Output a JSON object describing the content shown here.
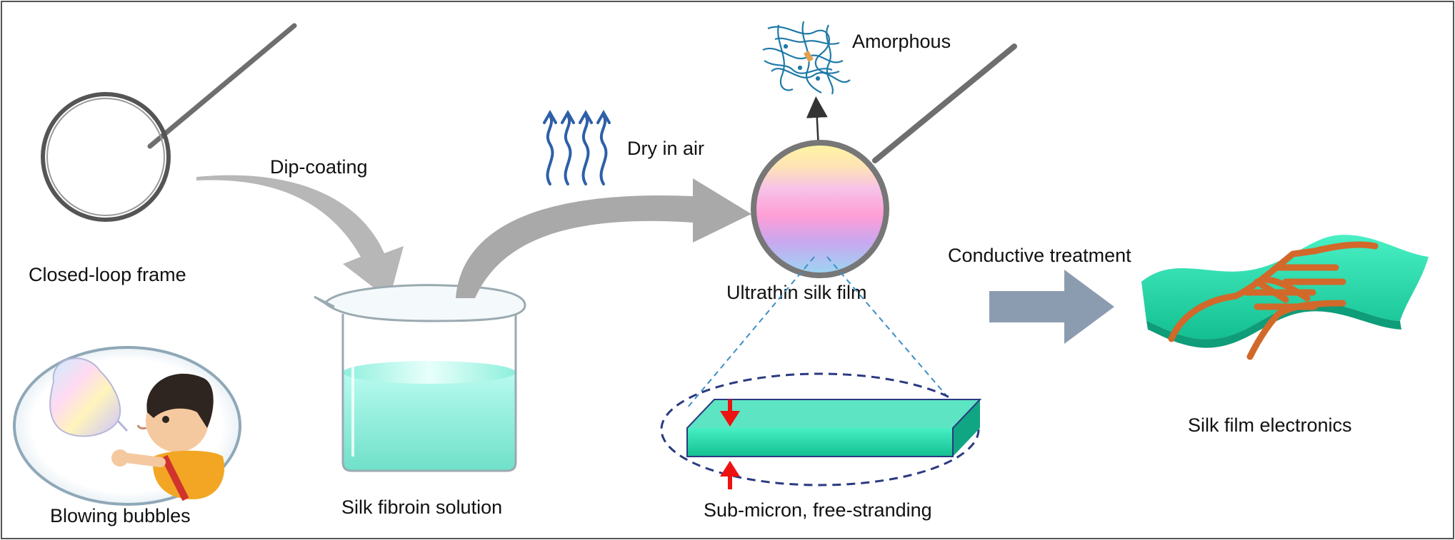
{
  "labels": {
    "closed_loop_frame": "Closed-loop frame",
    "blowing_bubbles": "Blowing bubbles",
    "dip_coating": "Dip-coating",
    "silk_fibroin_solution": "Silk fibroin solution",
    "dry_in_air": "Dry in air",
    "amorphous": "Amorphous",
    "ultrathin_silk_film": "Ultrathin silk film",
    "sub_micron": "Sub-micron, free-stranding",
    "conductive_treatment": "Conductive treatment",
    "silk_film_electronics": "Silk film electronics"
  },
  "colors": {
    "frame_border": "#555555",
    "rod": "#6e6e6e",
    "gray_arrow": "#b7b7b7",
    "process_arrow": "#8c9cb0",
    "air_waves": "#2e5fa8",
    "amorphous_strands": "#1f7aa8",
    "solution": "#7ee8d4",
    "film_slab": "#2fd7ab",
    "film_slab_dark": "#10a583",
    "electrode": "#d2692a",
    "thickness_arrow": "#ee1111",
    "zoom_dash": "#3a8fc4",
    "ellipse_dash": "#2a3a80"
  },
  "icons": [
    "beaker-icon",
    "bubble-boy-icon",
    "wire-loop-icon",
    "iridescent-film-icon",
    "amorphous-network-icon",
    "flexible-electronics-icon"
  ]
}
